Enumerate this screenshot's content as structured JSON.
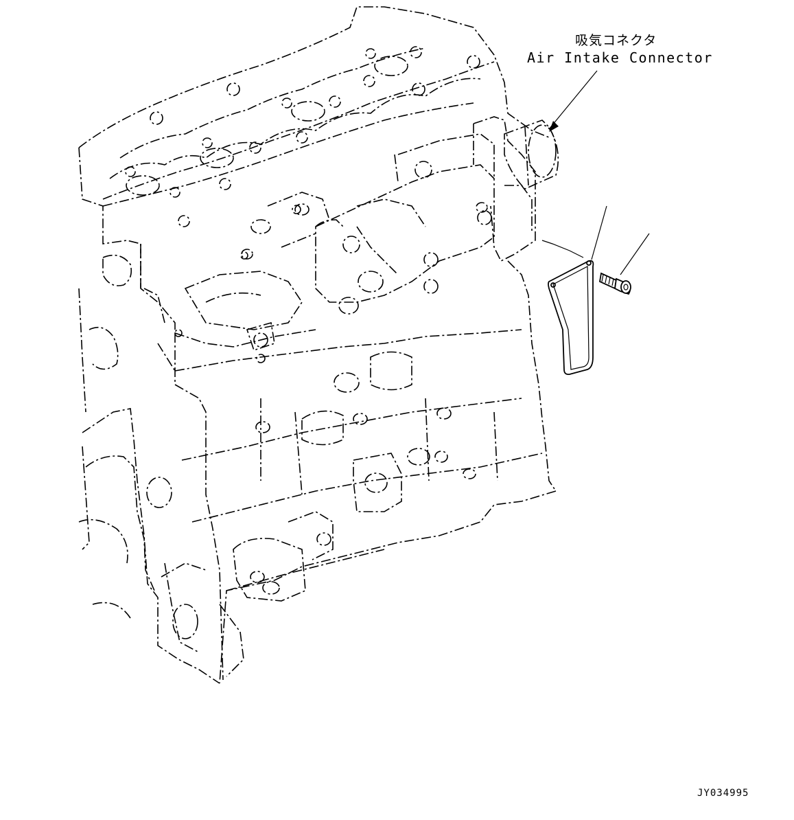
{
  "callout": {
    "label_jp": "吸気コネクタ",
    "label_en": "Air Intake Connector"
  },
  "drawing_number": "JY034995",
  "colors": {
    "line": "#000000",
    "background": "#ffffff"
  }
}
